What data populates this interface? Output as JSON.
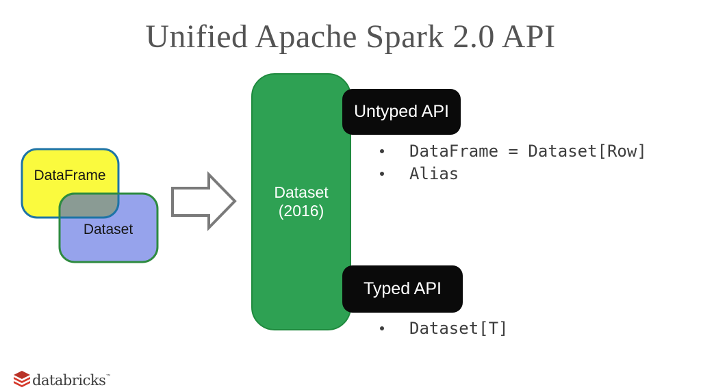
{
  "title": "Unified Apache Spark 2.0 API",
  "venn": {
    "dataframe_label": "DataFrame",
    "dataset_label": "Dataset",
    "colors": {
      "dataframe_fill": "#FAFA3E",
      "dataframe_border": "#1E74A6",
      "dataset_fill": "#96A3EC",
      "dataset_border": "#2E8B40",
      "overlap_fill": "#8A9B94"
    }
  },
  "arrow": {
    "fill": "#FFFFFF",
    "stroke": "#7A7A7A"
  },
  "dataset_box": {
    "line1": "Dataset",
    "line2": "(2016)",
    "fill": "#2EA153",
    "border": "#1F8A3E"
  },
  "untyped_api": {
    "label": "Untyped API",
    "bullets": [
      "DataFrame = Dataset[Row]",
      "Alias"
    ]
  },
  "typed_api": {
    "label": "Typed API",
    "bullets": [
      "Dataset[T]"
    ]
  },
  "footer": {
    "brand": "databricks",
    "trademark": "™",
    "brand_color": "#D5392B"
  }
}
